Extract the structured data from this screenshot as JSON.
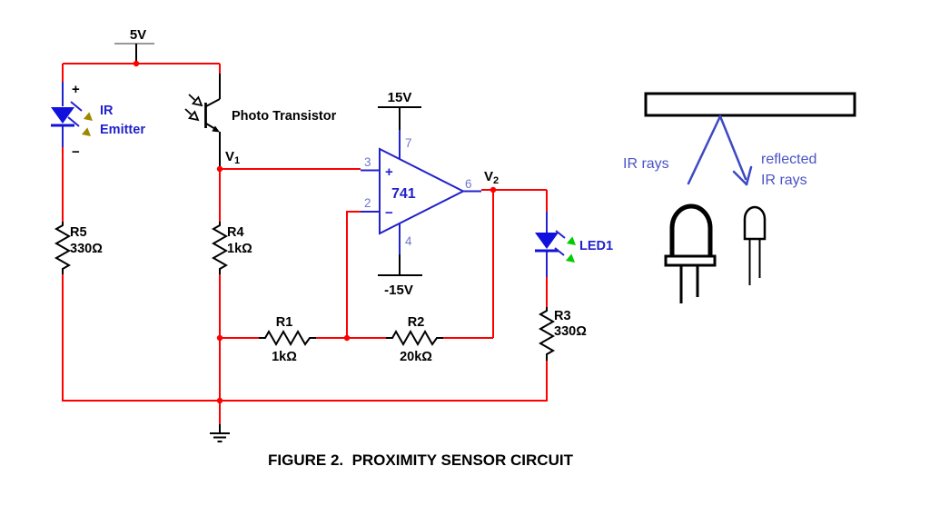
{
  "colors": {
    "wire_red": "#ff0000",
    "component_blue": "#2222cc",
    "led_fill_blue": "#1111dd",
    "pin_label_blue": "#7077c9",
    "ir_arrow_olive": "#9c8800",
    "led_arrow_green": "#00cc00",
    "ray_blue": "#3d49c4",
    "black": "#000000"
  },
  "power": {
    "v5": "5V",
    "v15": "15V",
    "vneg15": "-15V"
  },
  "ir_emitter": {
    "plus": "+",
    "minus": "−",
    "label_line1": "IR",
    "label_line2": "Emitter"
  },
  "photo_transistor": {
    "label": "Photo Transistor"
  },
  "nodes": {
    "v1_base": "V",
    "v1_sub": "1",
    "v2_base": "V",
    "v2_sub": "2"
  },
  "opamp": {
    "name": "741",
    "plus": "+",
    "minus": "−",
    "pin3": "3",
    "pin2": "2",
    "pin7": "7",
    "pin4": "4",
    "pin6": "6"
  },
  "led1": {
    "label": "LED1"
  },
  "resistors": {
    "r5": {
      "name": "R5",
      "value": "330Ω"
    },
    "r4": {
      "name": "R4",
      "value": "1kΩ"
    },
    "r1": {
      "name": "R1",
      "value": "1kΩ"
    },
    "r2": {
      "name": "R2",
      "value": "20kΩ"
    },
    "r3": {
      "name": "R3",
      "value": "330Ω"
    }
  },
  "illustration": {
    "ir_rays": "IR rays",
    "reflected_line1": "reflected",
    "reflected_line2": "IR rays"
  },
  "caption": "FIGURE 2.  PROXIMITY SENSOR CIRCUIT"
}
